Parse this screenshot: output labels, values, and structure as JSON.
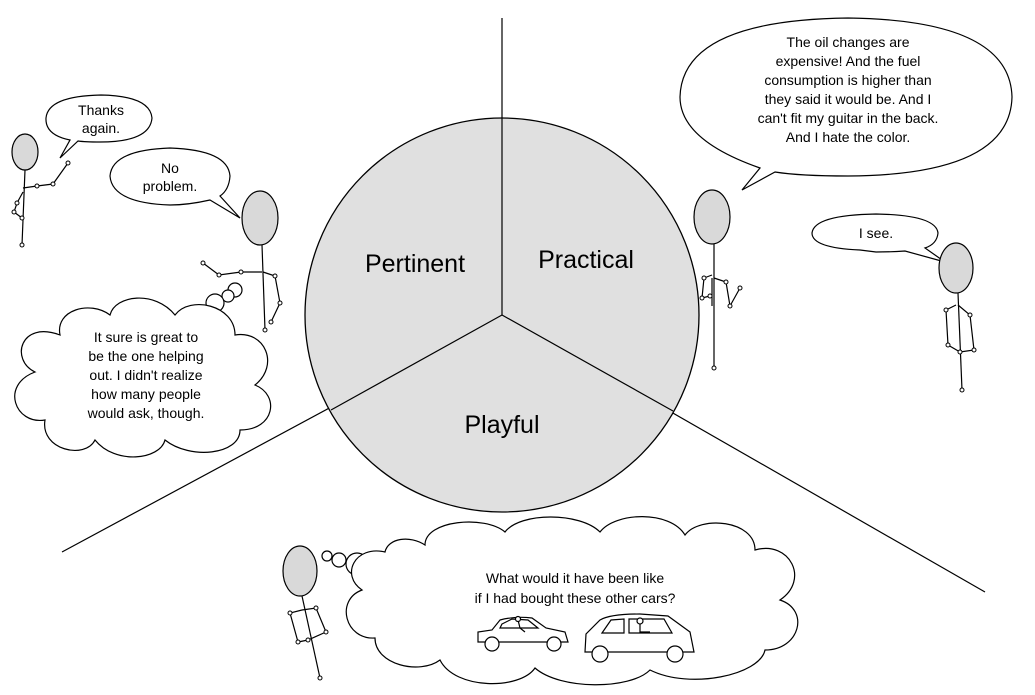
{
  "diagram": {
    "segments": [
      {
        "id": "pertinent",
        "label": "Pertinent"
      },
      {
        "id": "practical",
        "label": "Practical"
      },
      {
        "id": "playful",
        "label": "Playful"
      }
    ],
    "fill_color": "#e0e0e0"
  },
  "bubbles": {
    "thanks": [
      "Thanks",
      "again."
    ],
    "no_problem": [
      "No",
      "problem."
    ],
    "helping_thought": [
      "It sure is great to",
      "be the one helping",
      "out. I didn't realize",
      "how many people",
      "would ask, though."
    ],
    "complaint": [
      "The oil changes are",
      "expensive! And the fuel",
      "consumption is higher than",
      "they said it would be. And I",
      "can't fit my guitar in the back.",
      "And I hate the color."
    ],
    "i_see": [
      "I see."
    ],
    "cars_thought": [
      "What would it have been like",
      "if I had bought these other cars?"
    ]
  }
}
